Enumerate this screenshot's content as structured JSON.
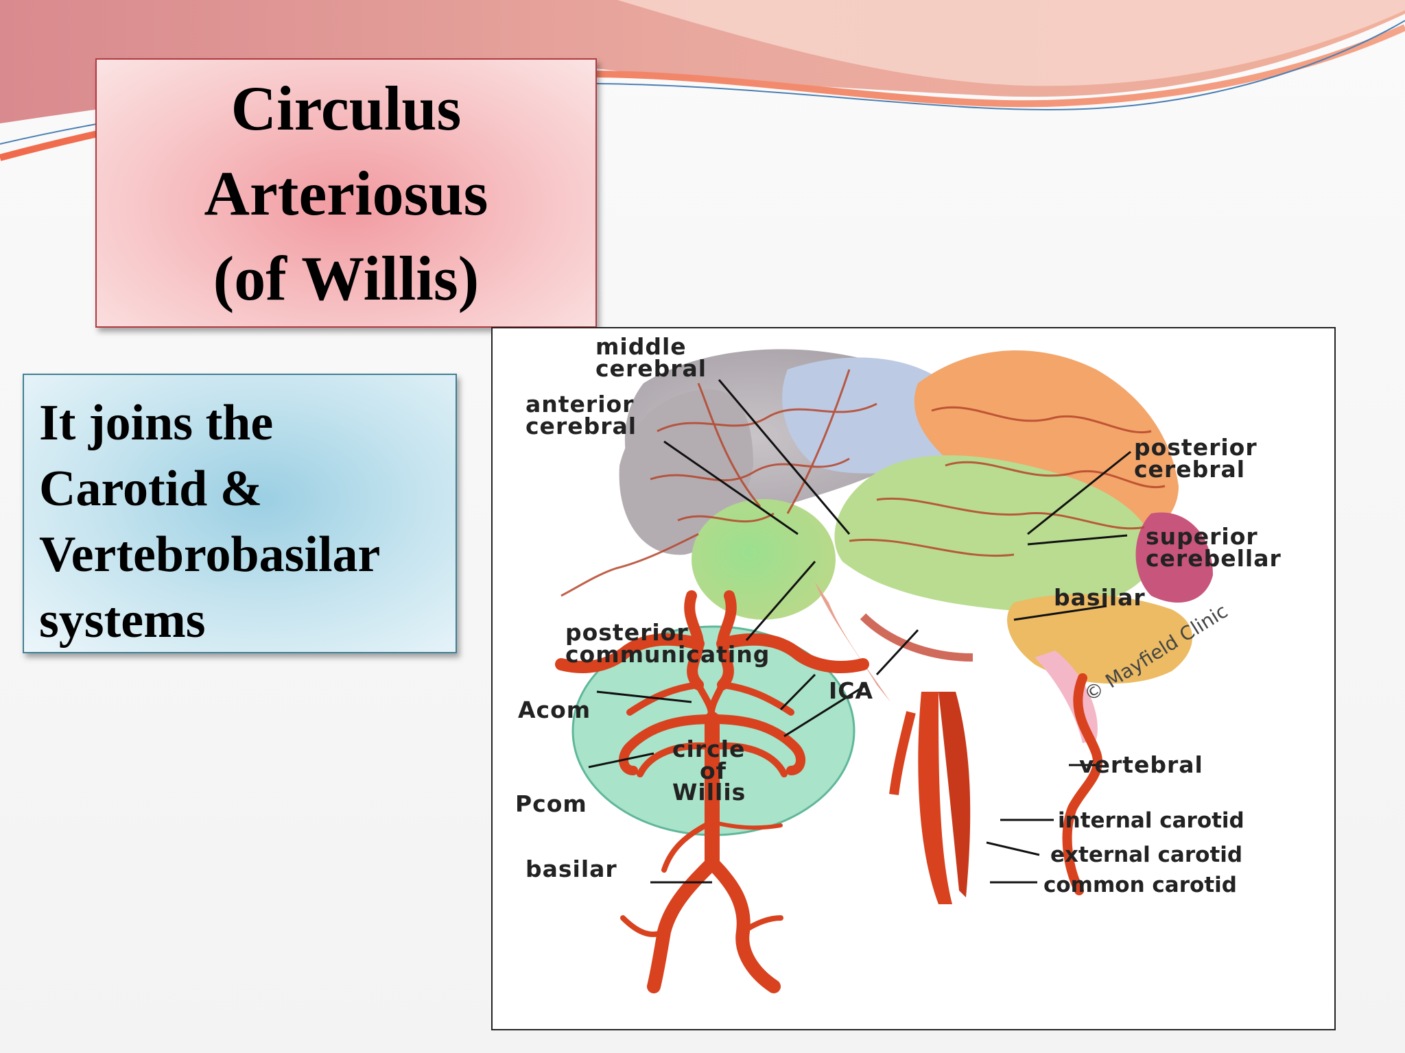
{
  "title": "Circulus\nArteriosus\n(of Willis)",
  "body_text": "It  joins the\nCarotid &\nVertebrobasilar\nsystems",
  "figure": {
    "labels": {
      "middle_cerebral_1": "middle",
      "middle_cerebral_2": "cerebral",
      "anterior_cerebral_1": "anterior",
      "anterior_cerebral_2": "cerebral",
      "posterior_cerebral_1": "posterior",
      "posterior_cerebral_2": "cerebral",
      "superior_cerebellar_1": "superior",
      "superior_cerebellar_2": "cerebellar",
      "basilar_side": "basilar",
      "posterior_communicating_1": "posterior",
      "posterior_communicating_2": "communicating",
      "ica": "ICA",
      "acom": "Acom",
      "pcom": "Pcom",
      "circle_1": "circle",
      "circle_2": "of",
      "circle_3": "Willis",
      "basilar_bottom": "basilar",
      "vertebral": "vertebral",
      "internal_carotid": "internal carotid",
      "external_carotid": "external carotid",
      "common_carotid": "common carotid"
    },
    "credit": "© Mayfield Clinic"
  },
  "colors": {
    "title_border": "#b23a3f",
    "title_fill": "#f19aa0",
    "info_border": "#3f7f93",
    "info_fill": "#9bcfe3",
    "artery": "#d8421f",
    "circle_fill": "#a9e3c9"
  }
}
